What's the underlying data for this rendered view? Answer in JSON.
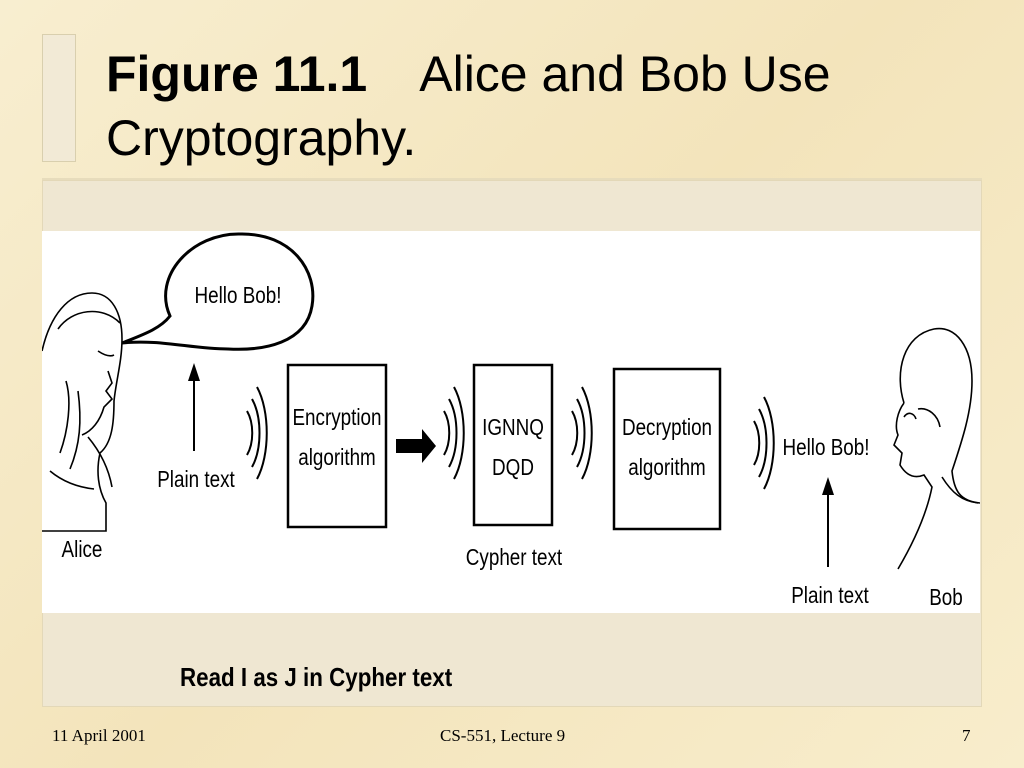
{
  "slide": {
    "title_bold": "Figure 11.1",
    "title_rest": "Alice and Bob Use",
    "title_line2": "Cryptography."
  },
  "diagram": {
    "bubble_text": "Hello Bob!",
    "alice_label": "Alice",
    "alice_plain_text_label": "Plain text",
    "encryption_line1": "Encryption",
    "encryption_line2": "algorithm",
    "cipher_line1": "IGNNQ",
    "cipher_line2": "DQD",
    "cypher_text_label": "Cypher text",
    "decryption_line1": "Decryption",
    "decryption_line2": "algorithm",
    "received_message": "Hello Bob!",
    "bob_plain_text_label": "Plain text",
    "bob_label": "Bob"
  },
  "caption": "Read I as J in Cypher text",
  "footer": {
    "date": "11 April 2001",
    "course": "CS-551, Lecture 9",
    "page": "7"
  }
}
